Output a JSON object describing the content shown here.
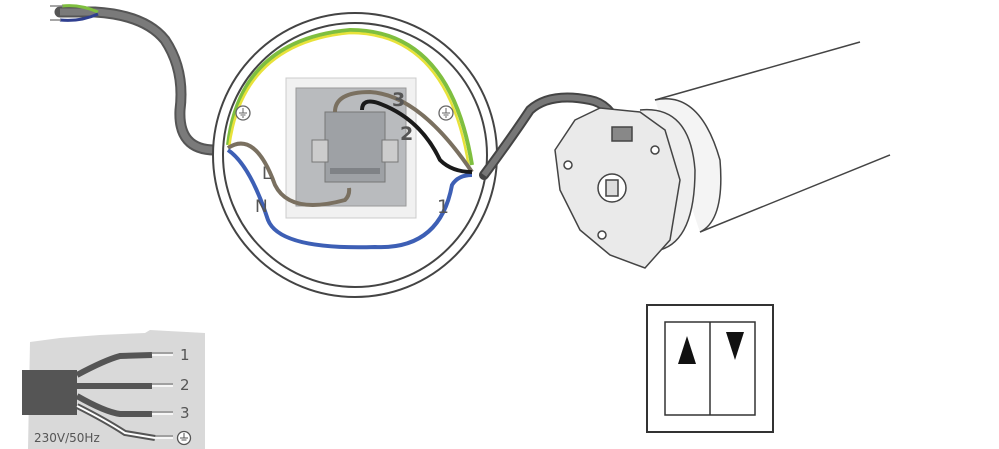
{
  "colors": {
    "earth_green": "#7fbf3f",
    "earth_yellow": "#e8e23a",
    "live_brown": "#7a7060",
    "neutral_blue": "#3d5fb5",
    "wire_black": "#1a1a1a",
    "cable_gray": "#6e6e6e",
    "legend_bg": "#d9d9d9"
  },
  "switch_box": {
    "labels": {
      "L": "L",
      "N": "N",
      "w1": "1",
      "w2": "2",
      "w3": "3"
    },
    "earth_icon": "earth-ground-icon"
  },
  "legend": {
    "wires": [
      "1",
      "2",
      "3"
    ],
    "voltage": "230V/50Hz",
    "earth_icon": "earth-ground-icon"
  },
  "switch_symbol": {
    "up_icon": "arrow-up-triangle-icon",
    "down_icon": "arrow-down-triangle-icon"
  }
}
